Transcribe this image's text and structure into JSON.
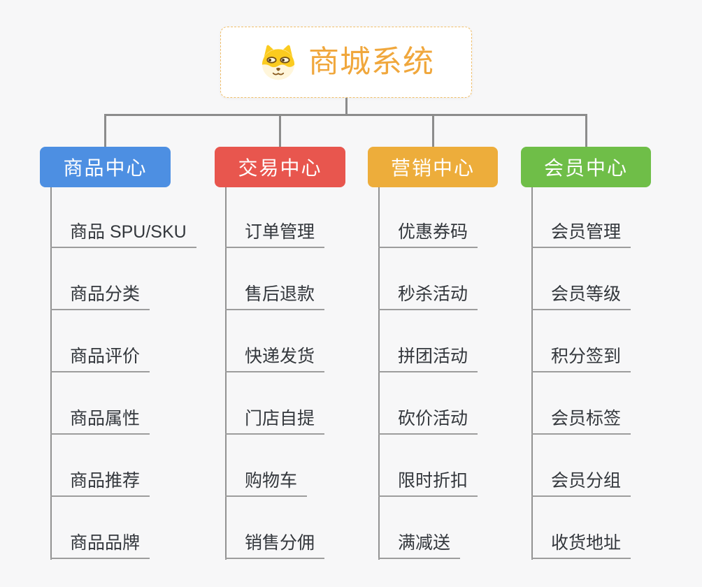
{
  "root": {
    "title": "商城系统",
    "icon": "dog-face-icon"
  },
  "branches": [
    {
      "label": "商品中心",
      "color": "#4D8FE2",
      "items": [
        "商品 SPU/SKU",
        "商品分类",
        "商品评价",
        "商品属性",
        "商品推荐",
        "商品品牌"
      ]
    },
    {
      "label": "交易中心",
      "color": "#E8564E",
      "items": [
        "订单管理",
        "售后退款",
        "快递发货",
        "门店自提",
        "购物车",
        "销售分佣"
      ]
    },
    {
      "label": "营销中心",
      "color": "#EDAD3B",
      "items": [
        "优惠券码",
        "秒杀活动",
        "拼团活动",
        "砍价活动",
        "限时折扣",
        "满减送"
      ]
    },
    {
      "label": "会员中心",
      "color": "#6FBE48",
      "items": [
        "会员管理",
        "会员等级",
        "积分签到",
        "会员标签",
        "会员分组",
        "收货地址"
      ]
    }
  ],
  "colors": {
    "background": "#F7F7F8",
    "connector_line": "#8C8C8C",
    "leaf_underline": "#9D9D9D",
    "leaf_text": "#33373C",
    "root_text": "#F0A73C",
    "root_border": "#F0BF6B",
    "branch_text": "#FFFFFF"
  }
}
